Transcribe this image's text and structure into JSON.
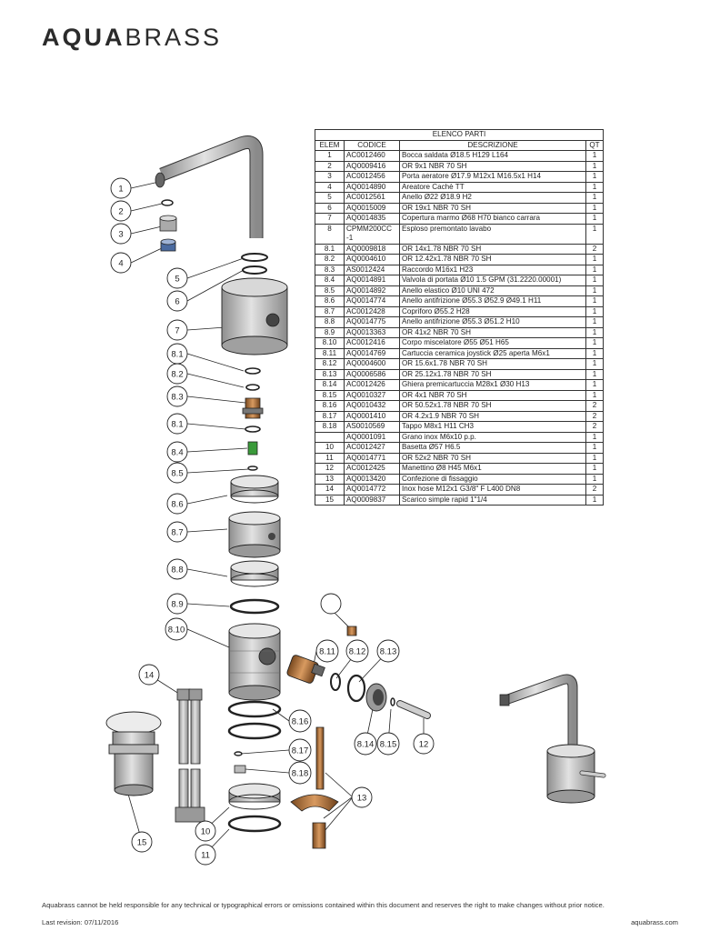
{
  "brand": {
    "bold": "AQUA",
    "light": "BRASS"
  },
  "table": {
    "title": "ELENCO PARTI",
    "headers": {
      "elem": "ELEM",
      "code": "CODICE",
      "desc": "DESCRIZIONE",
      "qty": "QT"
    },
    "rows": [
      {
        "elem": "1",
        "code": "AC0012460",
        "desc": "Bocca saldata Ø18.5 H129 L164",
        "qty": "1"
      },
      {
        "elem": "2",
        "code": "AQ0009416",
        "desc": "OR 9x1 NBR 70 SH",
        "qty": "1"
      },
      {
        "elem": "3",
        "code": "AC0012456",
        "desc": "Porta aeratore Ø17.9 M12x1 M16.5x1 H14",
        "qty": "1"
      },
      {
        "elem": "4",
        "code": "AQ0014890",
        "desc": "Areatore Cachè TT",
        "qty": "1"
      },
      {
        "elem": "5",
        "code": "AC0012561",
        "desc": "Anello Ø22 Ø18.9 H2",
        "qty": "1"
      },
      {
        "elem": "6",
        "code": "AQ0015009",
        "desc": "OR 19x1 NBR 70 SH",
        "qty": "1"
      },
      {
        "elem": "7",
        "code": "AQ0014835",
        "desc": "Copertura marmo Ø68 H70 bianco carrara",
        "qty": "1"
      },
      {
        "elem": "8",
        "code": "CPMM200CC -1",
        "desc": "Esploso premontato lavabo",
        "qty": "1"
      },
      {
        "elem": "8.1",
        "code": "AQ0009818",
        "desc": "OR 14x1.78 NBR 70 SH",
        "qty": "2"
      },
      {
        "elem": "8.2",
        "code": "AQ0004610",
        "desc": "OR 12.42x1.78 NBR 70 SH",
        "qty": "1"
      },
      {
        "elem": "8.3",
        "code": "AS0012424",
        "desc": "Raccordo M16x1 H23",
        "qty": "1"
      },
      {
        "elem": "8.4",
        "code": "AQ0014891",
        "desc": "Valvola di portata Ø10 1.5 GPM (31.2220.00001)",
        "qty": "1"
      },
      {
        "elem": "8.5",
        "code": "AQ0014892",
        "desc": "Anello elastico Ø10 UNI 472",
        "qty": "1"
      },
      {
        "elem": "8.6",
        "code": "AQ0014774",
        "desc": "Anello antifrizione Ø55.3 Ø52.9 Ø49.1 H11",
        "qty": "1"
      },
      {
        "elem": "8.7",
        "code": "AC0012428",
        "desc": "Copriforo Ø55.2 H28",
        "qty": "1"
      },
      {
        "elem": "8.8",
        "code": "AQ0014775",
        "desc": "Anello antifrizione Ø55.3 Ø51.2 H10",
        "qty": "1"
      },
      {
        "elem": "8.9",
        "code": "AQ0013363",
        "desc": "OR 41x2 NBR 70 SH",
        "qty": "1"
      },
      {
        "elem": "8.10",
        "code": "AC0012416",
        "desc": "Corpo miscelatore Ø55 Ø51 H65",
        "qty": "1"
      },
      {
        "elem": "8.11",
        "code": "AQ0014769",
        "desc": "Cartuccia ceramica joystick Ø25 aperta M6x1",
        "qty": "1"
      },
      {
        "elem": "8.12",
        "code": "AQ0004600",
        "desc": "OR 15.6x1.78 NBR 70 SH",
        "qty": "1"
      },
      {
        "elem": "8.13",
        "code": "AQ0006586",
        "desc": "OR 25.12x1.78 NBR 70 SH",
        "qty": "1"
      },
      {
        "elem": "8.14",
        "code": "AC0012426",
        "desc": "Ghiera premicartuccia M28x1 Ø30 H13",
        "qty": "1"
      },
      {
        "elem": "8.15",
        "code": "AQ0010327",
        "desc": "OR 4x1 NBR 70 SH",
        "qty": "1"
      },
      {
        "elem": "8.16",
        "code": "AQ0010432",
        "desc": "OR 50.52x1.78 NBR 70 SH",
        "qty": "2"
      },
      {
        "elem": "8.17",
        "code": "AQ0001410",
        "desc": "OR 4.2x1.9 NBR 70 SH",
        "qty": "2"
      },
      {
        "elem": "8.18",
        "code": "AS0010569",
        "desc": "Tappo M8x1 H11 CH3",
        "qty": "2"
      },
      {
        "elem": "",
        "code": "AQ0001091",
        "desc": "Grano inox M6x10 p.p.",
        "qty": "1"
      },
      {
        "elem": "10",
        "code": "AC0012427",
        "desc": "Basetta Ø57 H6.5",
        "qty": "1"
      },
      {
        "elem": "11",
        "code": "AQ0014771",
        "desc": "OR 52x2 NBR 70 SH",
        "qty": "1"
      },
      {
        "elem": "12",
        "code": "AC0012425",
        "desc": "Manettino Ø8 H45 M6x1",
        "qty": "1"
      },
      {
        "elem": "13",
        "code": "AQ0013420",
        "desc": "Confezione di fissaggio",
        "qty": "1"
      },
      {
        "elem": "14",
        "code": "AQ0014772",
        "desc": "Inox hose M12x1 G3/8\" F L400 DN8",
        "qty": "2"
      },
      {
        "elem": "15",
        "code": "AQ0009837",
        "desc": "Scarico simple rapid 1\"1/4",
        "qty": "1"
      }
    ]
  },
  "callouts": {
    "c1": "1",
    "c2": "2",
    "c3": "3",
    "c4": "4",
    "c5": "5",
    "c6": "6",
    "c7": "7",
    "c81a": "8.1",
    "c82": "8.2",
    "c83": "8.3",
    "c81b": "8.1",
    "c84": "8.4",
    "c85": "8.5",
    "c86": "8.6",
    "c87": "8.7",
    "c88": "8.8",
    "c89": "8.9",
    "c810": "8.10",
    "c811": "8.11",
    "c812": "8.12",
    "c813": "8.13",
    "c814": "8.14",
    "c815": "8.15",
    "c816": "8.16",
    "c817": "8.17",
    "c818": "8.18",
    "c10": "10",
    "c11": "11",
    "c12": "12",
    "c13": "13",
    "c14": "14",
    "c15": "15",
    "cblank": ""
  },
  "footer": {
    "disclaimer": "Aquabrass cannot be held responsible for any technical or typographical errors or omissions contained within this document and reserves the right to make changes without prior notice.",
    "revision": "Last revision: 07/11/2016",
    "website": "aquabrass.com"
  },
  "colors": {
    "line": "#222222",
    "metal": "#b9b9b9",
    "green": "#3a9a3a",
    "bronze": "#b07040"
  }
}
